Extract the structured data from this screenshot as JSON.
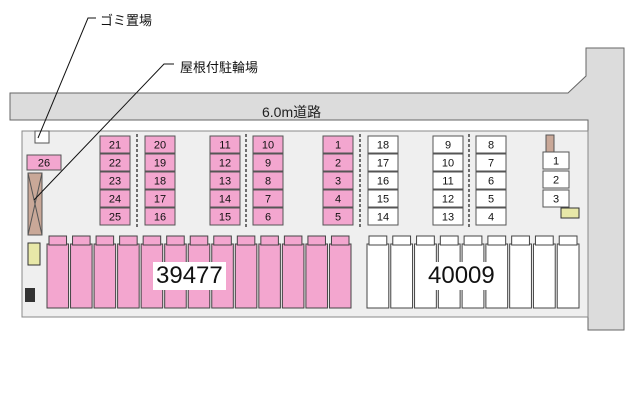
{
  "labels": {
    "garbage": "ゴミ置場",
    "bike_shelter": "屋根付駐輪場",
    "road": "6.0m道路"
  },
  "buildings": [
    {
      "id": "39477",
      "color": "#f3a6cf"
    },
    {
      "id": "40009",
      "color": "#ffffff"
    }
  ],
  "parking": {
    "pink_left_a": [
      "21",
      "22",
      "23",
      "24",
      "25"
    ],
    "pink_left_b": [
      "20",
      "19",
      "18",
      "17",
      "16"
    ],
    "pink_mid_a": [
      "11",
      "12",
      "13",
      "14",
      "15"
    ],
    "pink_mid_b": [
      "10",
      "9",
      "8",
      "7",
      "6"
    ],
    "pink_right_a": [
      "1",
      "2",
      "3",
      "4",
      "5"
    ],
    "white_mid_b": [
      "18",
      "17",
      "16",
      "15",
      "14"
    ],
    "white_right_a": [
      "9",
      "10",
      "11",
      "12",
      "13"
    ],
    "white_right_b": [
      "8",
      "7",
      "6",
      "5",
      "4"
    ],
    "white_far": [
      "1",
      "2",
      "3"
    ],
    "pink_extra": "26"
  },
  "colors": {
    "pink": "#f3a6cf",
    "road": "#dcdcdc",
    "lot": "#efefef",
    "bike": "#c9a898",
    "outline": "#555555"
  }
}
